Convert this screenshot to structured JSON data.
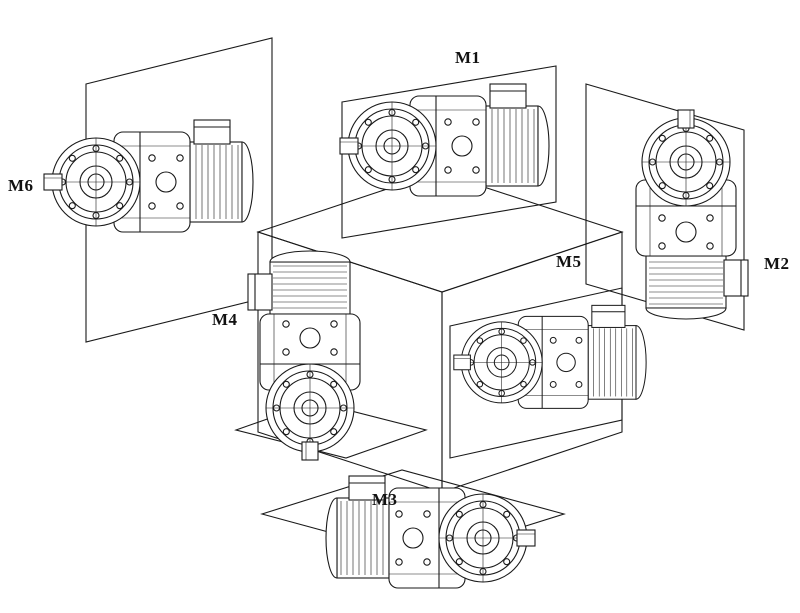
{
  "figure": {
    "name": "gearmotor-mounting-positions",
    "labels": {
      "m1": "M1",
      "m2": "M2",
      "m3": "M3",
      "m4": "M4",
      "m5": "M5",
      "m6": "M6"
    }
  },
  "colors": {
    "line": "#1a1a1a",
    "background": "#ffffff"
  }
}
